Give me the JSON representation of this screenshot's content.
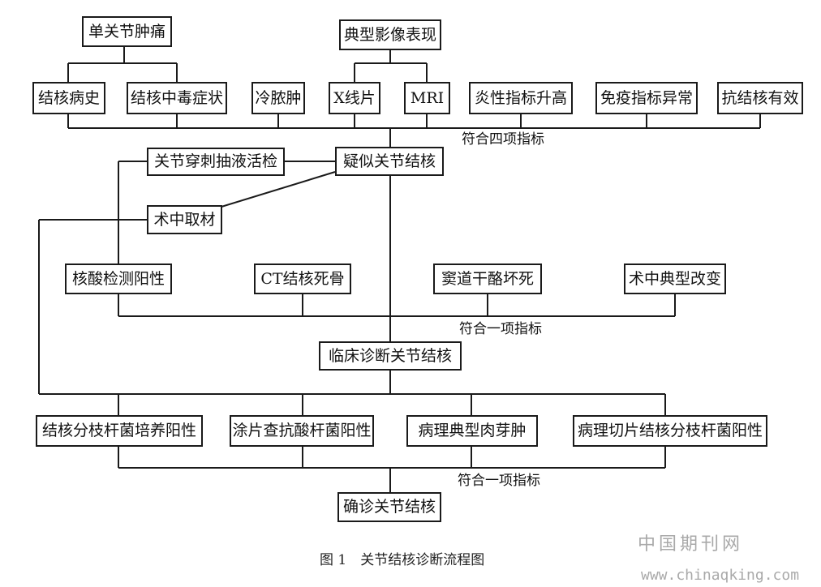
{
  "boxes": {
    "single_joint_swelling": "单关节肿痛",
    "typical_imaging": "典型影像表现",
    "tb_history": "结核病史",
    "tb_toxic_symptoms": "结核中毒症状",
    "cold_abscess": "冷脓肿",
    "xray": "X线片",
    "mri": "MRI",
    "inflammatory_markers": "炎性指标升高",
    "immune_abnormal": "免疫指标异常",
    "anti_tb_effective": "抗结核有效",
    "suspected_joint_tb": "疑似关节结核",
    "joint_puncture_biopsy": "关节穿刺抽液活检",
    "intraop_sampling": "术中取材",
    "nucleic_acid_positive": "核酸检测阳性",
    "ct_sequestrum": "CT结核死骨",
    "sinus_caseous_necrosis": "窦道干酪坏死",
    "intraop_typical_change": "术中典型改变",
    "clinical_diagnosis": "临床诊断关节结核",
    "culture_positive": "结核分枝杆菌培养阳性",
    "smear_positive": "涂片查抗酸杆菌阳性",
    "pathology_granuloma": "病理典型肉芽肿",
    "pathology_section_positive": "病理切片结核分枝杆菌阳性",
    "confirmed_joint_tb": "确诊关节结核"
  },
  "labels": {
    "four_criteria": "符合四项指标",
    "one_criterion_a": "符合一项指标",
    "one_criterion_b": "符合一项指标"
  },
  "caption": "图 1　关节结核诊断流程图",
  "watermark": {
    "site_name": "中国期刊网",
    "url": "www.chinaqking.com"
  }
}
